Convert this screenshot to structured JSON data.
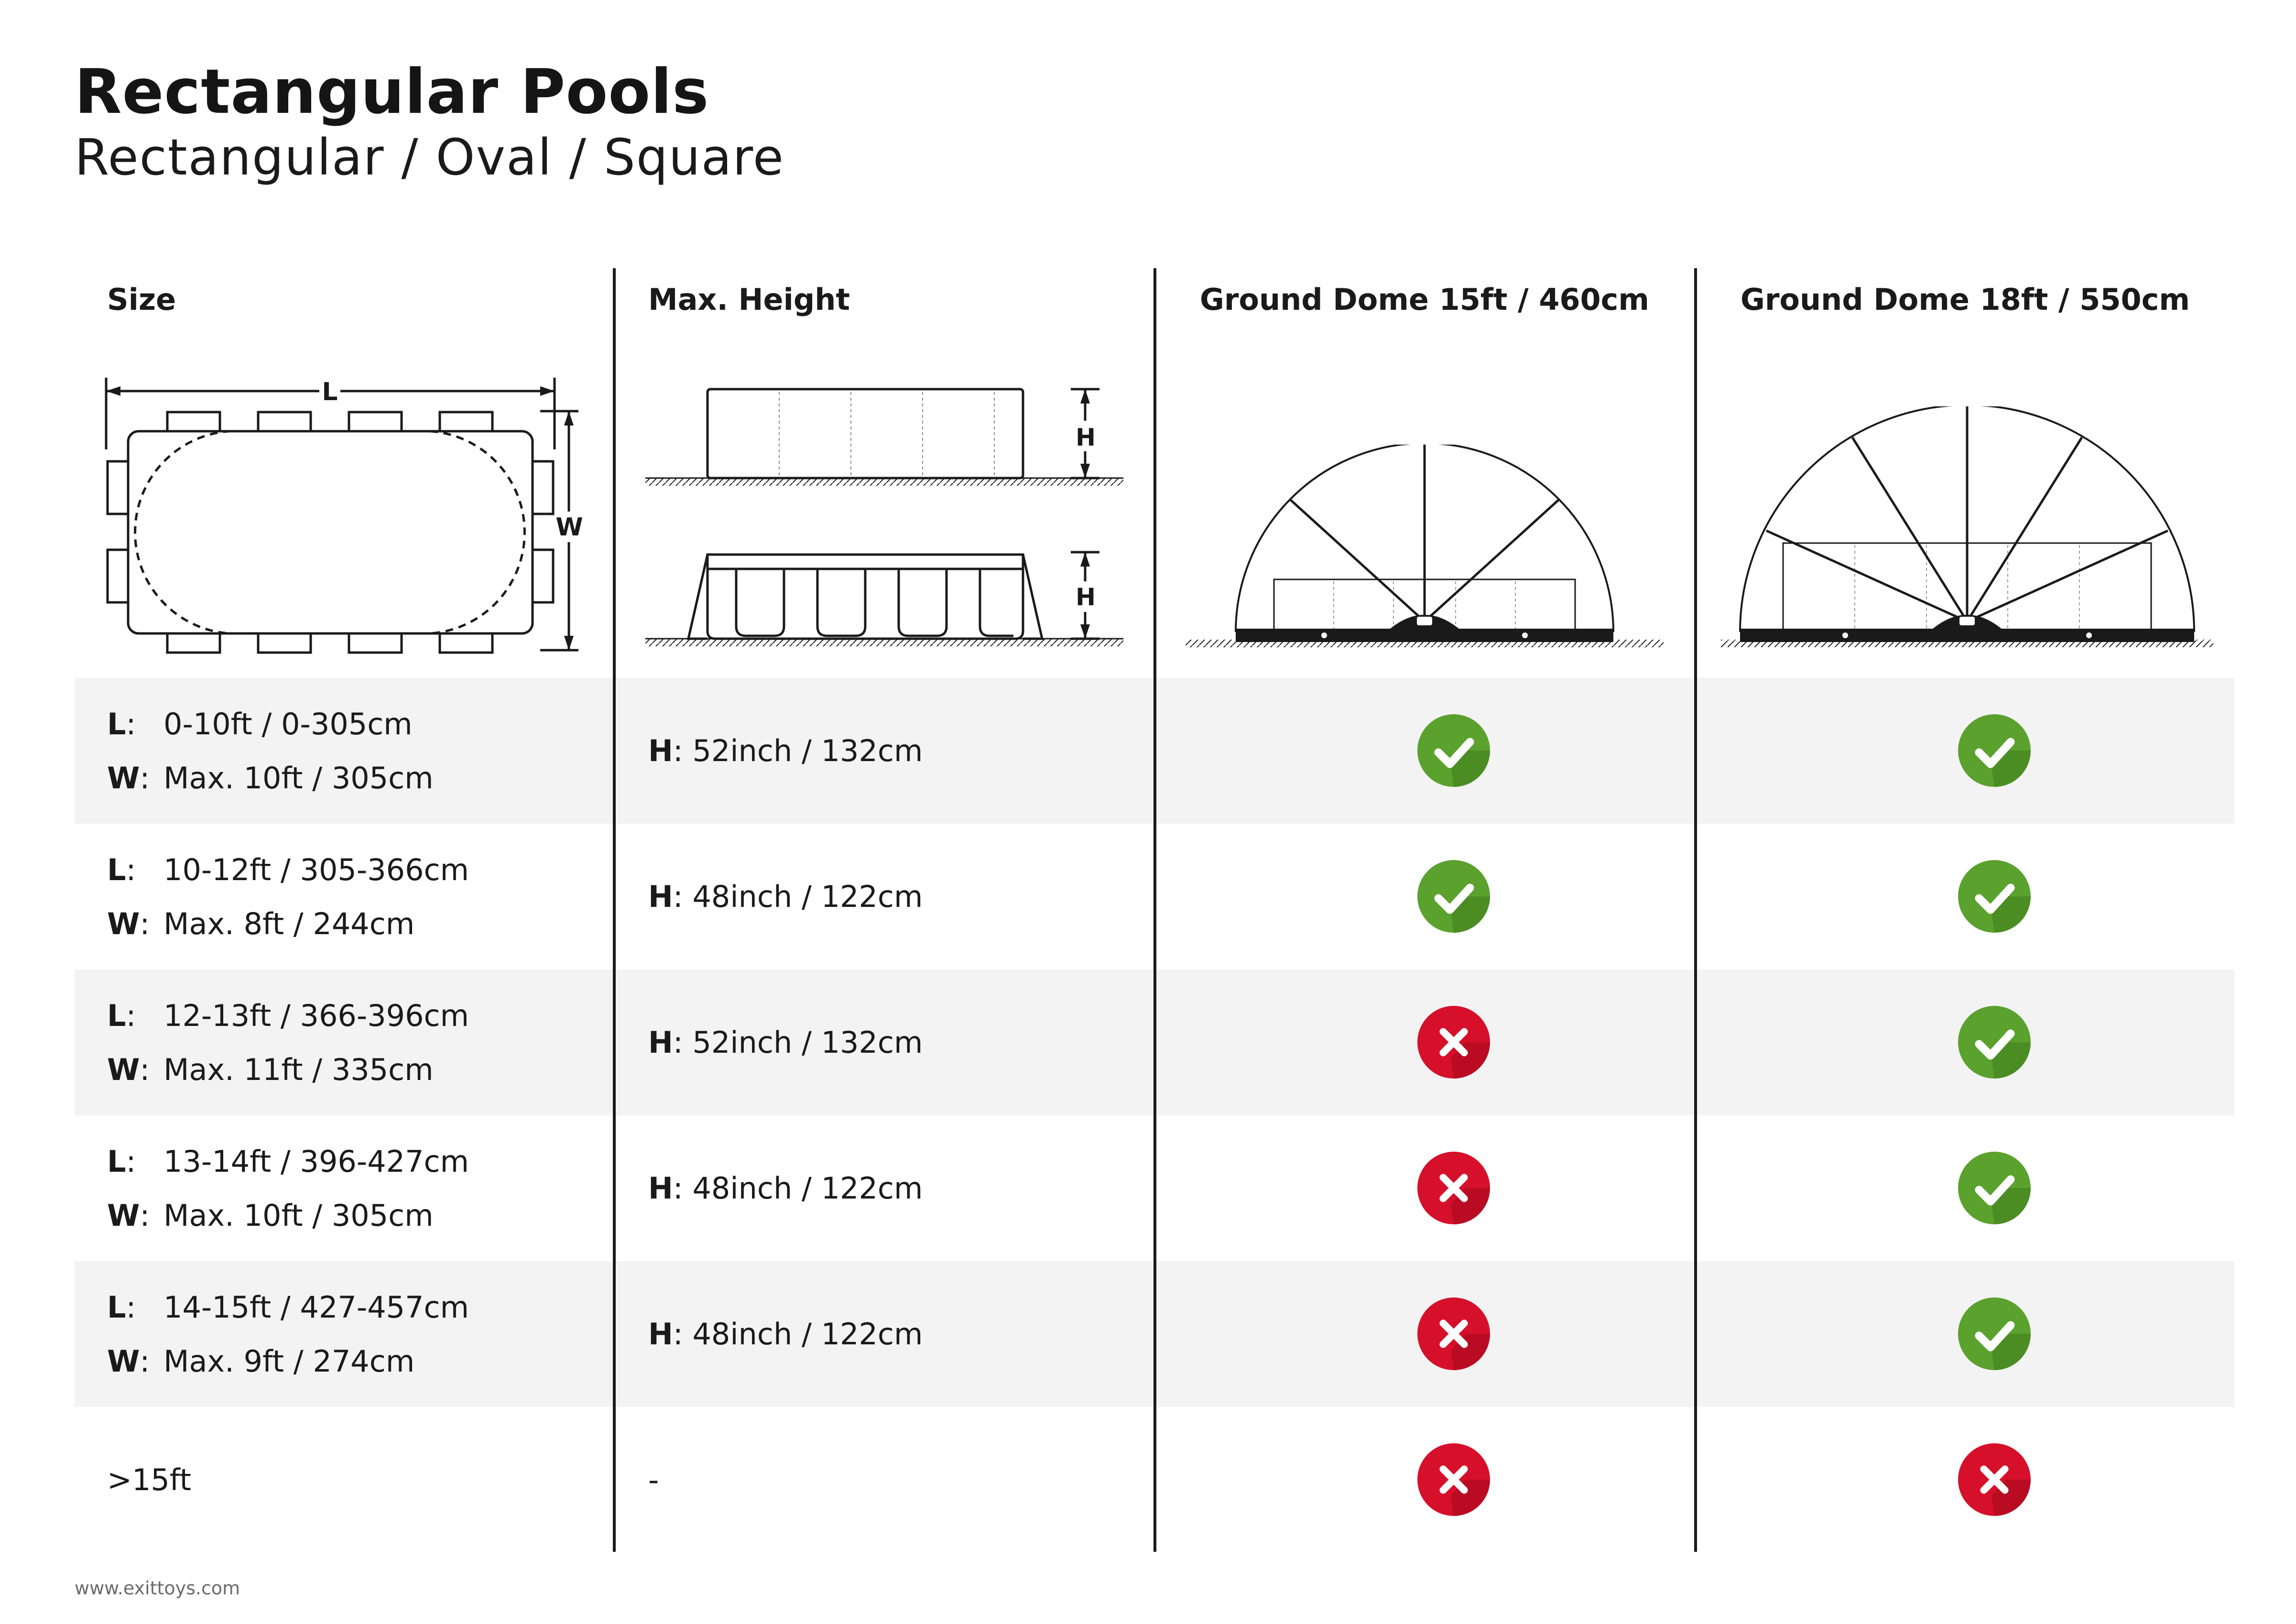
{
  "page": {
    "title": "Rectangular Pools",
    "subtitle": "Rectangular / Oval / Square",
    "footer": "www.exittoys.com"
  },
  "table": {
    "headers": {
      "size": "Size",
      "height": "Max. Height",
      "dome15": "Ground Dome 15ft / 460cm",
      "dome18": "Ground Dome 18ft / 550cm"
    },
    "diagram_labels": {
      "length": "L",
      "width": "W",
      "height": "H",
      "height2": "H"
    },
    "rows": [
      {
        "l_key": "L",
        "l_val": "0-10ft / 0-305cm",
        "w_key": "W",
        "w_val": "Max. 10ft / 305cm",
        "h_key": "H",
        "h_val": ": 52inch / 132cm",
        "dome15": "check",
        "dome18": "check"
      },
      {
        "l_key": "L",
        "l_val": "10-12ft / 305-366cm",
        "w_key": "W",
        "w_val": "Max. 8ft / 244cm",
        "h_key": "H",
        "h_val": ": 48inch / 122cm",
        "dome15": "check",
        "dome18": "check"
      },
      {
        "l_key": "L",
        "l_val": "12-13ft / 366-396cm",
        "w_key": "W",
        "w_val": "Max. 11ft / 335cm",
        "h_key": "H",
        "h_val": ": 52inch / 132cm",
        "dome15": "cross",
        "dome18": "check"
      },
      {
        "l_key": "L",
        "l_val": "13-14ft / 396-427cm",
        "w_key": "W",
        "w_val": "Max. 10ft / 305cm",
        "h_key": "H",
        "h_val": ": 48inch / 122cm",
        "dome15": "cross",
        "dome18": "check"
      },
      {
        "l_key": "L",
        "l_val": "14-15ft / 427-457cm",
        "w_key": "W",
        "w_val": "Max. 9ft / 274cm",
        "h_key": "H",
        "h_val": ": 48inch / 122cm",
        "dome15": "cross",
        "dome18": "check"
      }
    ],
    "last_row": {
      "size": ">15ft",
      "height": "-",
      "dome15": "cross",
      "dome18": "cross"
    }
  },
  "colors": {
    "check": "#5aa12e",
    "check_shadow": "#3f7d1c",
    "cross": "#d6102a",
    "cross_shadow": "#a30a1e",
    "band": "#f3f3f3",
    "ink": "#1a1a1a"
  }
}
